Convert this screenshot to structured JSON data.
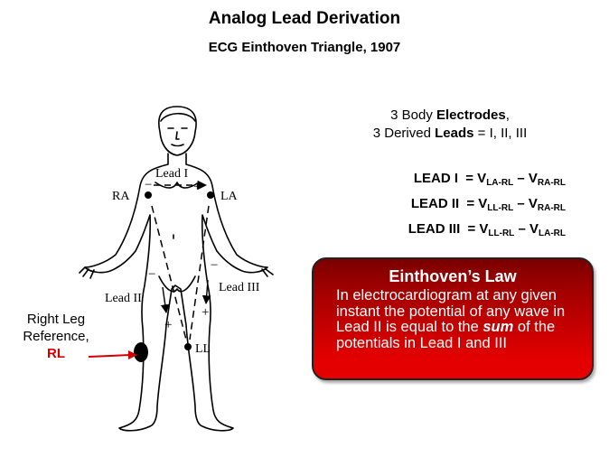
{
  "title": "Analog Lead Derivation",
  "subtitle": "ECG Einthoven Triangle, 1907",
  "figure": {
    "lead1_label": "Lead I",
    "lead2_label": "Lead II",
    "lead3_label": "Lead III",
    "ra_label": "RA",
    "la_label": "LA",
    "ll_label": "LL",
    "plus": "+",
    "minus": "−"
  },
  "right_leg": {
    "line1": "Right Leg",
    "line2": "Reference,",
    "abbr": "RL",
    "marker_color": "#d40000"
  },
  "summary": {
    "count1": "3 Body",
    "bold1": "Electrodes",
    "after1": ",",
    "count2": "3 Derived",
    "bold2": "Leads",
    "eq": "=",
    "list": "I, II, III"
  },
  "equations": [
    {
      "lead": "LEAD I",
      "eq": "=",
      "v": "V",
      "a": "LA-RL",
      "minus": "–",
      "b": "RA-RL"
    },
    {
      "lead": "LEAD II",
      "eq": "=",
      "v": "V",
      "a": "LL-RL",
      "minus": "–",
      "b": "RA-RL"
    },
    {
      "lead": "LEAD III",
      "eq": "=",
      "v": "V",
      "a": "LL-RL",
      "minus": "–",
      "b": "LA-RL"
    }
  ],
  "law": {
    "title": "Einthoven’s Law",
    "body_before": "In electrocardiogram at any given instant the potential of any wave in Lead II is equal to the",
    "emphasis": "sum",
    "body_after": "of the potentials in Lead I and III",
    "accent_color": "#e30000"
  }
}
